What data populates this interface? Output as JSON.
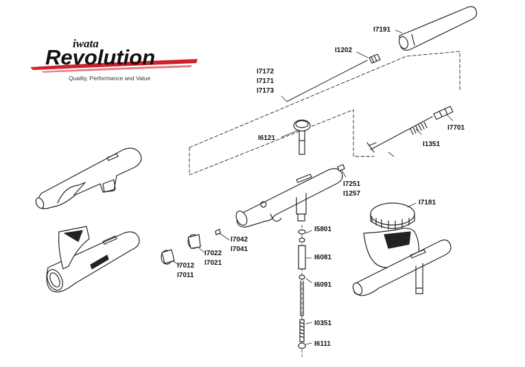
{
  "logo": {
    "brand": "iwata",
    "product": "Revolution",
    "tagline": "Quality, Performance and Value",
    "accent_color": "#d0202a"
  },
  "parts": {
    "p7191": "I7191",
    "p1202": "I1202",
    "p7172": "I7172",
    "p7171": "I7171",
    "p7173": "I7173",
    "p6121": "I6121",
    "p7701": "I7701",
    "p1351": "I1351",
    "p7251": "I7251",
    "p1257": "I1257",
    "p7181": "I7181",
    "p5801": "I5801",
    "p7042": "I7042",
    "p7041": "I7041",
    "p7022": "I7022",
    "p7021": "I7021",
    "p7012": "I7012",
    "p7011": "I7011",
    "p6081": "I6081",
    "p6091": "I6091",
    "p0351": "I0351",
    "p6111": "I6111"
  }
}
